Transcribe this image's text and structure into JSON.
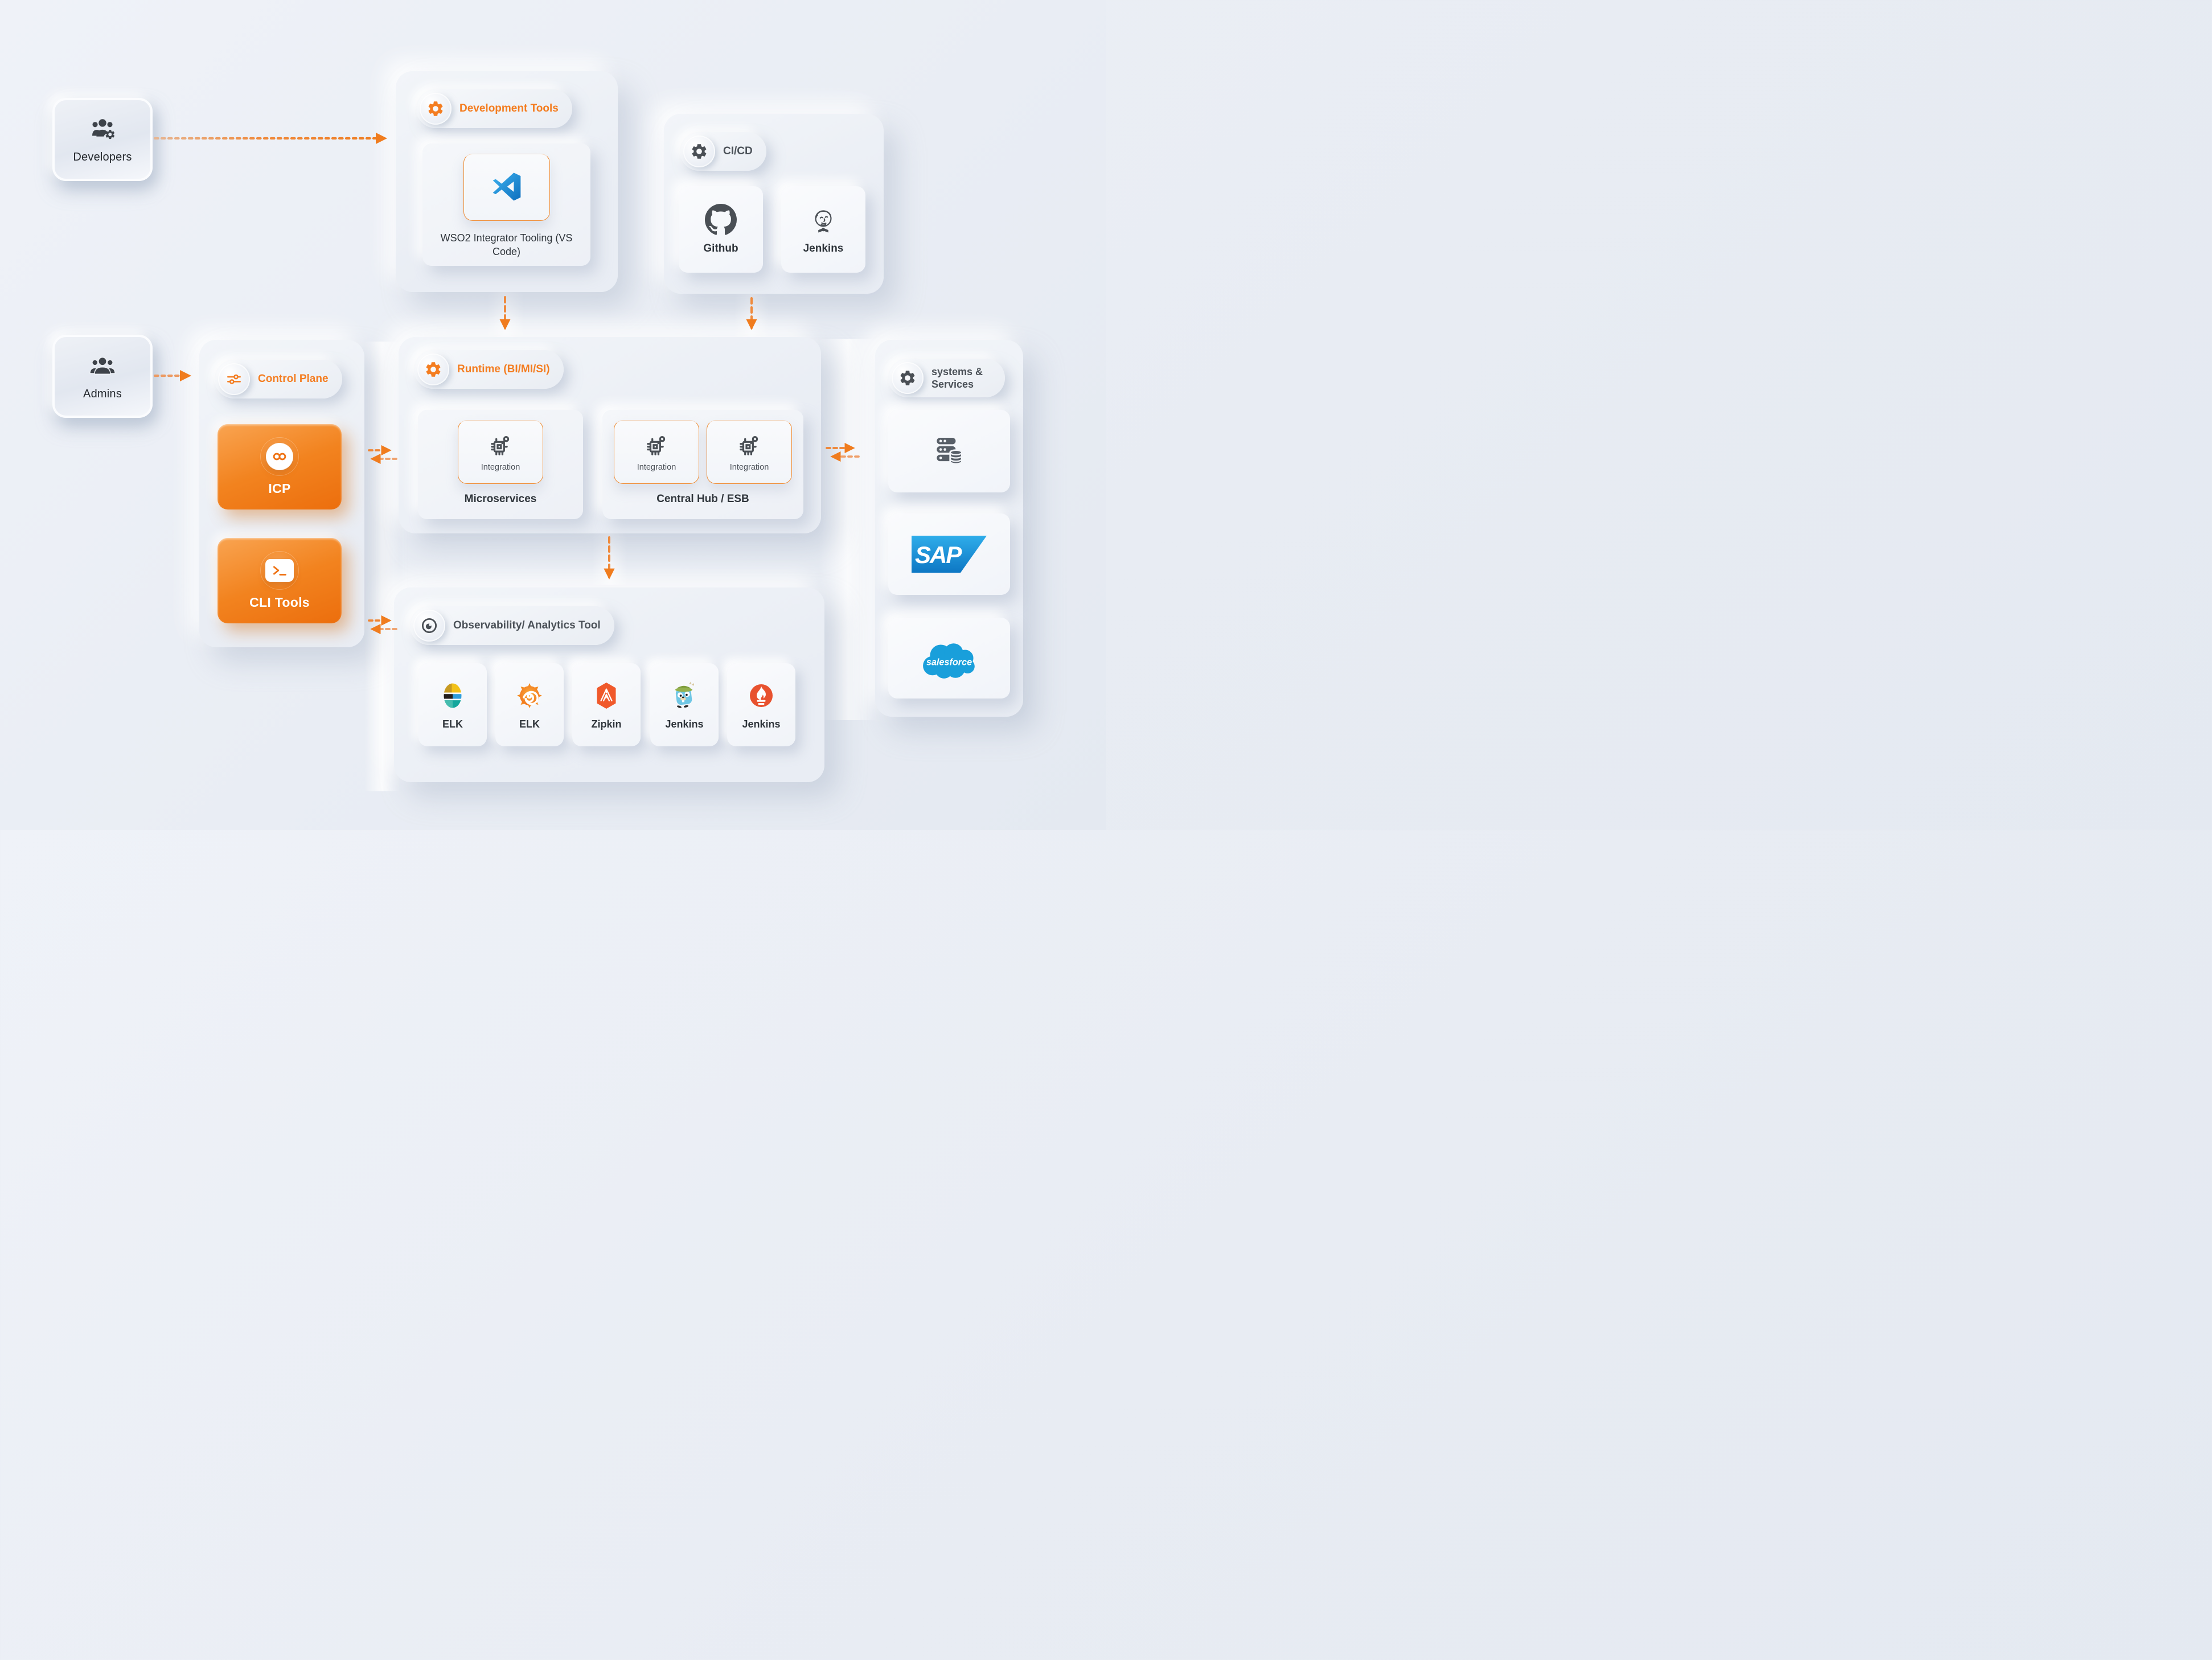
{
  "colors": {
    "background": "#e9edf4",
    "accent_orange": "#f47d20",
    "panel": "#eef1f6",
    "text_dark": "#2f353b",
    "text_gray": "#4b5158",
    "icon_dark": "#43484e",
    "vscode_blue": "#1b8fd8",
    "sap_blue": "#189ad8",
    "salesforce_blue": "#199fdb",
    "zipkin_orange": "#f0592b",
    "prometheus_red": "#e8522f",
    "grafana_orange": "#f58a1f",
    "elastic_yellow": "#f2c118",
    "elastic_blue": "#2f9edb",
    "elastic_teal": "#14a79d"
  },
  "actors": {
    "developers": {
      "label": "Developers"
    },
    "admins": {
      "label": "Admins"
    }
  },
  "development_tools": {
    "title": "Development Tools",
    "tool_label": "WSO2 Integrator Tooling (VS Code)"
  },
  "cicd": {
    "title": "CI/CD",
    "items": [
      {
        "label": "Github"
      },
      {
        "label": "Jenkins"
      }
    ]
  },
  "control_plane": {
    "title": "Control Plane",
    "icp_label": "ICP",
    "cli_label": "CLI Tools"
  },
  "runtime": {
    "title": "Runtime (BI/MI/SI)",
    "microservices": {
      "chip": "Integration",
      "label": "Microservices"
    },
    "central_hub": {
      "chip_left": "Integration",
      "chip_right": "Integration",
      "label": "Central Hub / ESB"
    }
  },
  "systems_services": {
    "title": "systems & Services",
    "sap_text": "SAP",
    "salesforce_text": "salesforce"
  },
  "observability": {
    "title": "Observability/ Analytics Tool",
    "items": [
      {
        "label": "ELK"
      },
      {
        "label": "ELK"
      },
      {
        "label": "Zipkin"
      },
      {
        "label": "Jenkins"
      },
      {
        "label": "Jenkins"
      }
    ]
  }
}
